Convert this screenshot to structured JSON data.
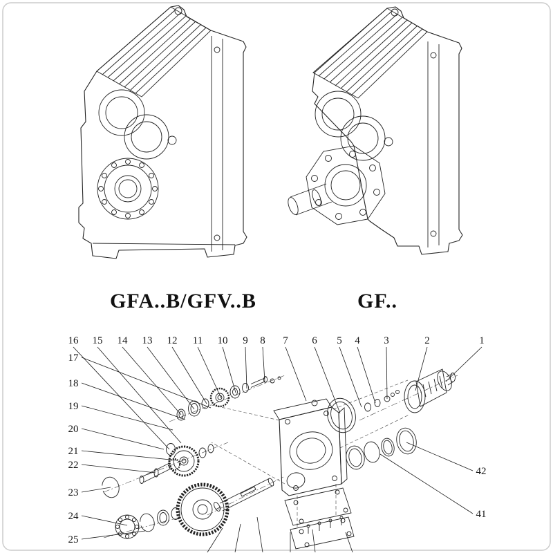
{
  "models": {
    "left": {
      "label": "GFA..B/GFV..B"
    },
    "right": {
      "label": "GF.."
    }
  },
  "exploded": {
    "top_numbers": [
      "16",
      "15",
      "14",
      "13",
      "12",
      "11",
      "10",
      "9",
      "8",
      "7",
      "6",
      "5",
      "4",
      "3",
      "2",
      "1"
    ],
    "left_numbers": [
      "17",
      "18",
      "19",
      "20",
      "21",
      "22",
      "23",
      "24",
      "25"
    ],
    "right_numbers": [
      "42",
      "41"
    ]
  },
  "colors": {
    "line": "#222222",
    "frame": "#cccccc",
    "background": "#ffffff"
  }
}
